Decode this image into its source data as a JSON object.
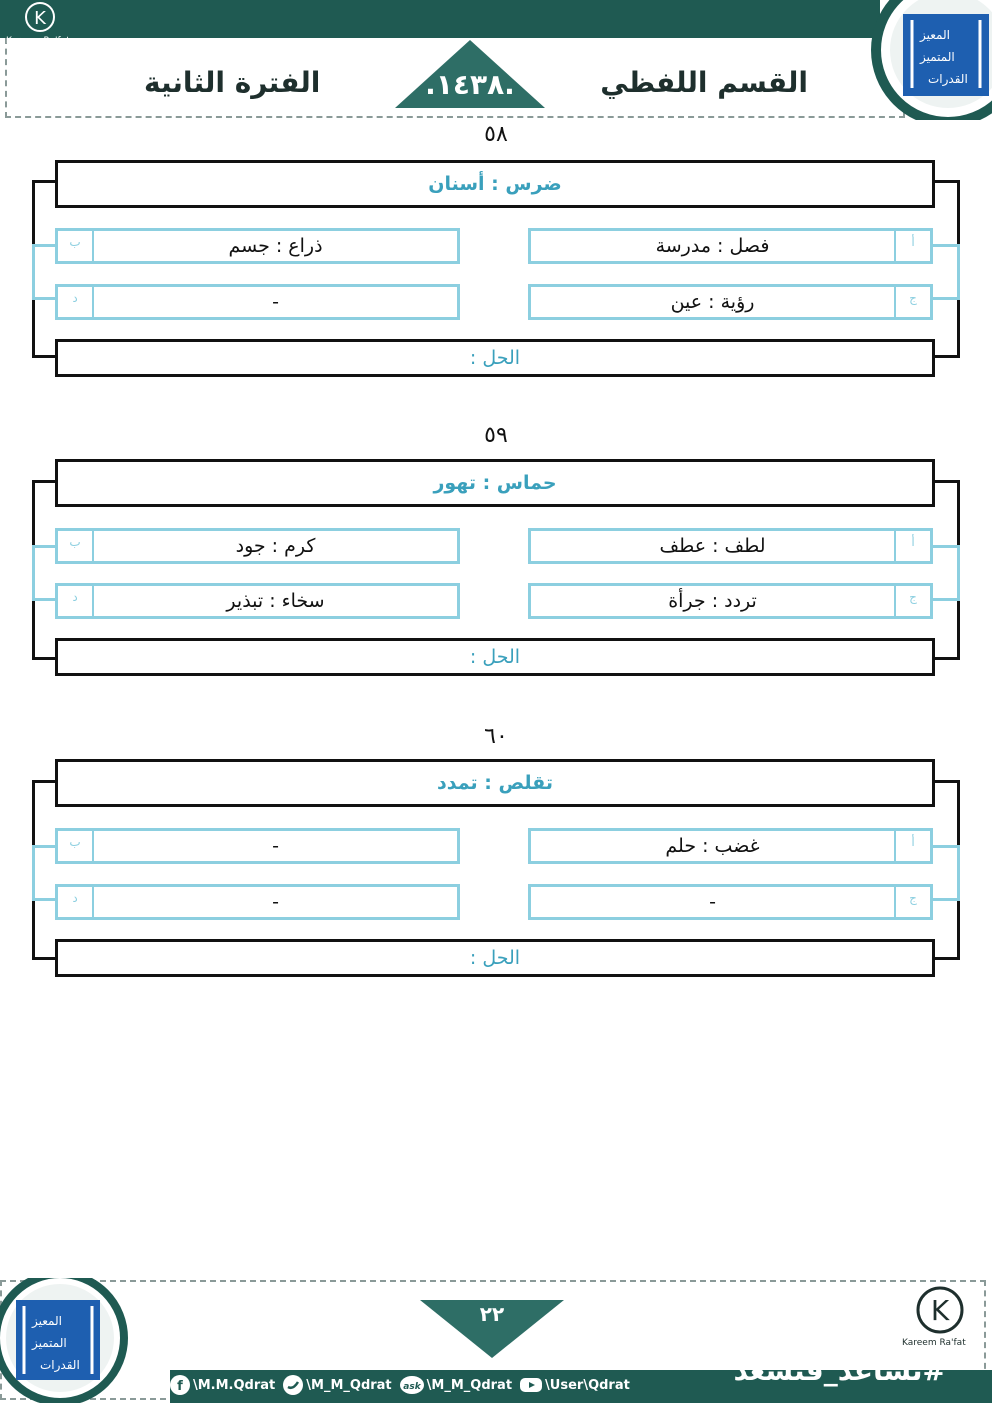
{
  "header": {
    "brand_small": "Kareem Ra'fat",
    "right_title": "القسم اللفظي",
    "left_title": "الفترة الثانية",
    "year": ".١٤٣٨.",
    "logo_words": [
      "المعيز",
      "المتميز",
      "القدرات"
    ]
  },
  "answer_label": "الحل :",
  "option_letters": [
    "أ",
    "ب",
    "ج",
    "د"
  ],
  "questions": [
    {
      "number": "٥٨",
      "stem": "ضرس : أسنان",
      "options": {
        "a": "فصل : مدرسة",
        "b": "ذراع : جسم",
        "c": "رؤية : عين",
        "d": "-"
      }
    },
    {
      "number": "٥٩",
      "stem": "حماس : تهور",
      "options": {
        "a": "لطف : عطف",
        "b": "كرم : جود",
        "c": "تردد : جرأة",
        "d": "سخاء : تبذير"
      }
    },
    {
      "number": "٦٠",
      "stem": "تقلص : تمدد",
      "options": {
        "a": "غضب : حلم",
        "b": "-",
        "c": "-",
        "d": "-"
      }
    }
  ],
  "footer": {
    "page_number": "٢٢",
    "brand_small": "Kareem Ra'fat",
    "hashtag": "#نساعد_فنسعد",
    "social": [
      "\\M.M.Qdrat",
      "\\M_M_Qdrat",
      "\\M_M_Qdrat",
      "\\User\\Qdrat"
    ],
    "social_icons": [
      "facebook-icon",
      "twitter-icon",
      "askfm-icon",
      "youtube-icon"
    ],
    "askfm_text": "ask"
  },
  "colors": {
    "primary": "#1f5a52",
    "accent": "#3aa0bc",
    "option_border": "#8ccfe0"
  }
}
